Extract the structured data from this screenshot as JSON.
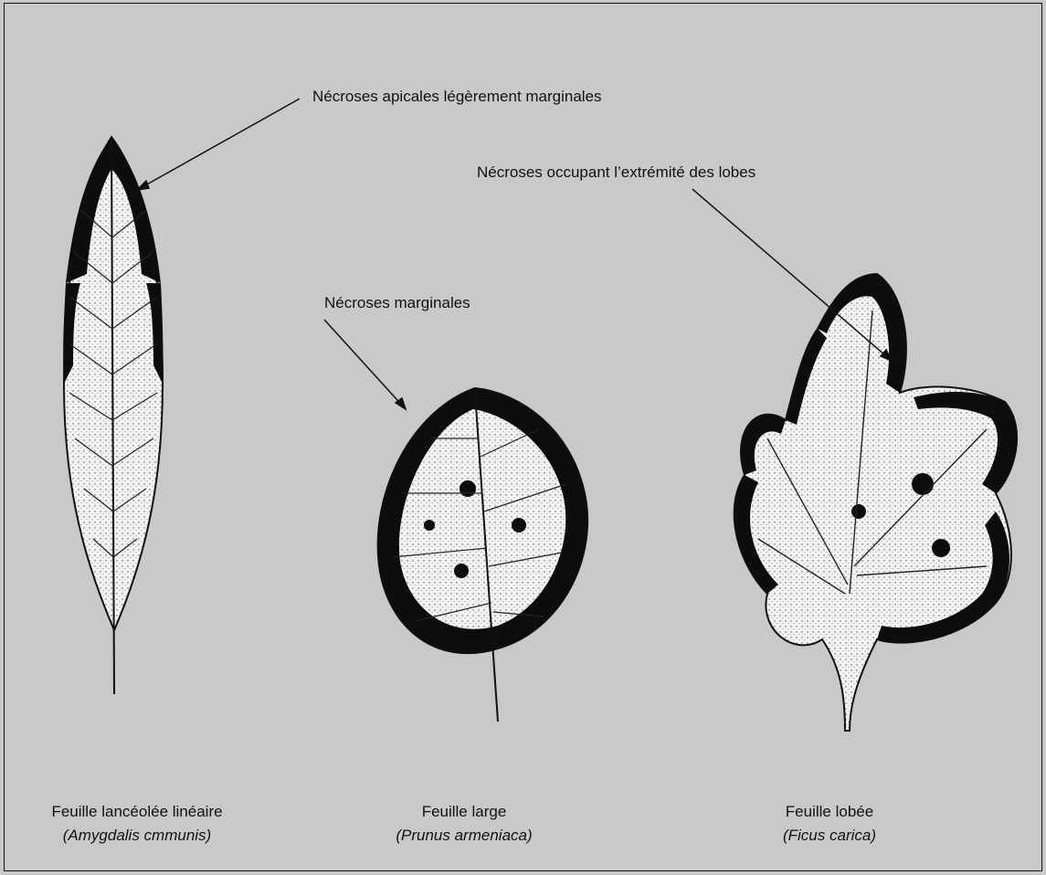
{
  "labels": {
    "apical": "Nécroses apicales légèrement marginales",
    "lobes": "Nécroses occupant l’extrémité des lobes",
    "marginal": "Nécroses marginales"
  },
  "leaves": [
    {
      "name": "Feuille lancéolée linéaire",
      "latin": "(Amygdalis cmmunis)",
      "icon": "lanceolate-leaf-icon"
    },
    {
      "name": "Feuille large",
      "latin": "(Prunus armeniaca)",
      "icon": "broad-leaf-icon"
    },
    {
      "name": "Feuille lobée",
      "latin": "(Ficus carica)",
      "icon": "lobed-leaf-icon"
    }
  ],
  "colors": {
    "necrosis": "#0d0d0d",
    "leaf": "#f2f2f2",
    "page": "#c9c9c9"
  }
}
